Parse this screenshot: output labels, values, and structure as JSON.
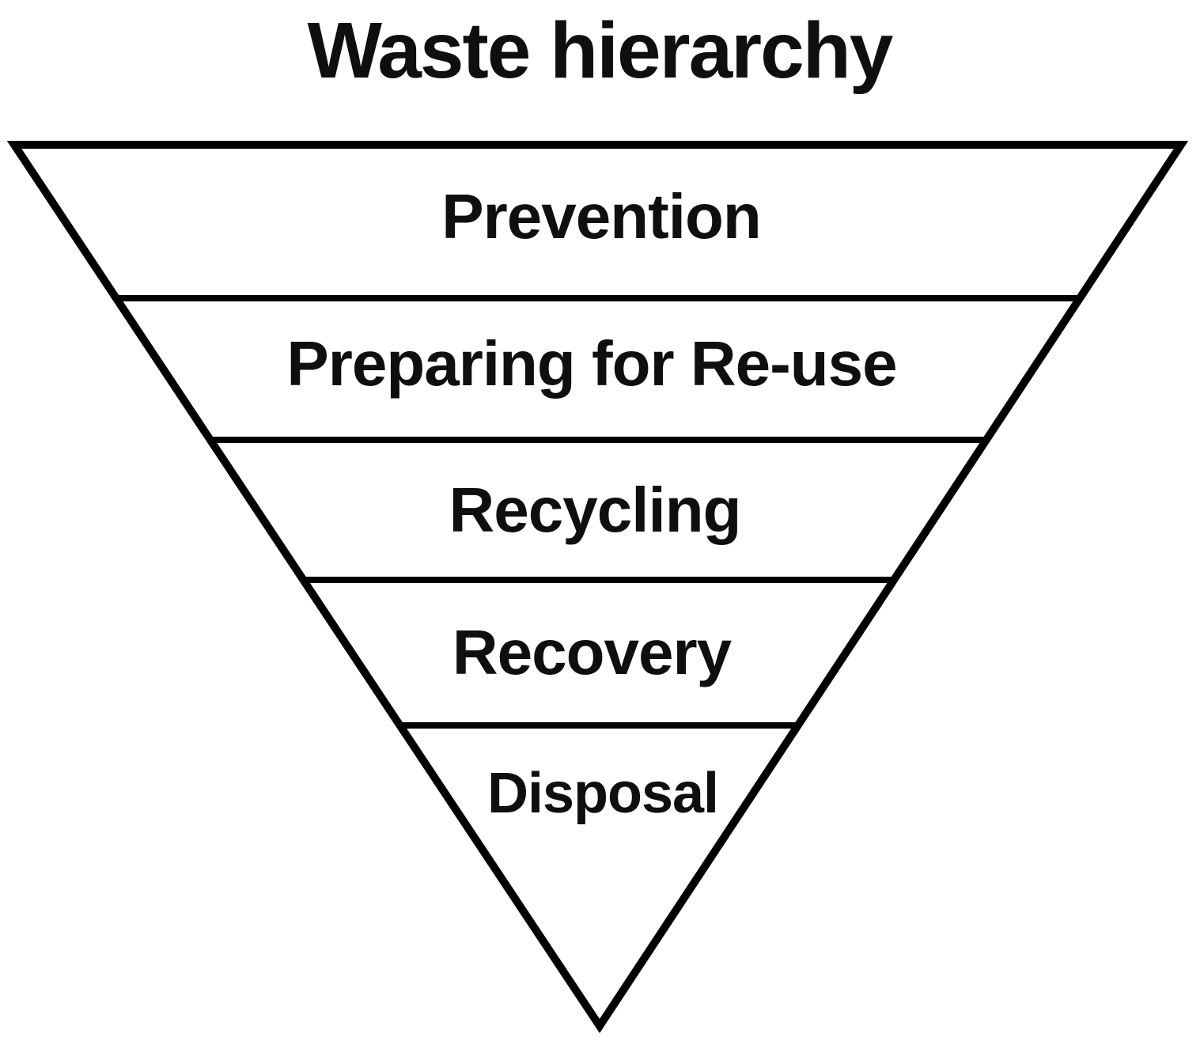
{
  "title": "Waste hierarchy",
  "pyramid": {
    "shape": "inverted-triangle",
    "levels": [
      {
        "rank": 1,
        "label": "Prevention"
      },
      {
        "rank": 2,
        "label": "Preparing for Re-use"
      },
      {
        "rank": 3,
        "label": "Recycling"
      },
      {
        "rank": 4,
        "label": "Recovery"
      },
      {
        "rank": 5,
        "label": "Disposal"
      }
    ]
  },
  "colors": {
    "line": "#000000",
    "background": "#ffffff",
    "text": "#0f0f0f"
  }
}
